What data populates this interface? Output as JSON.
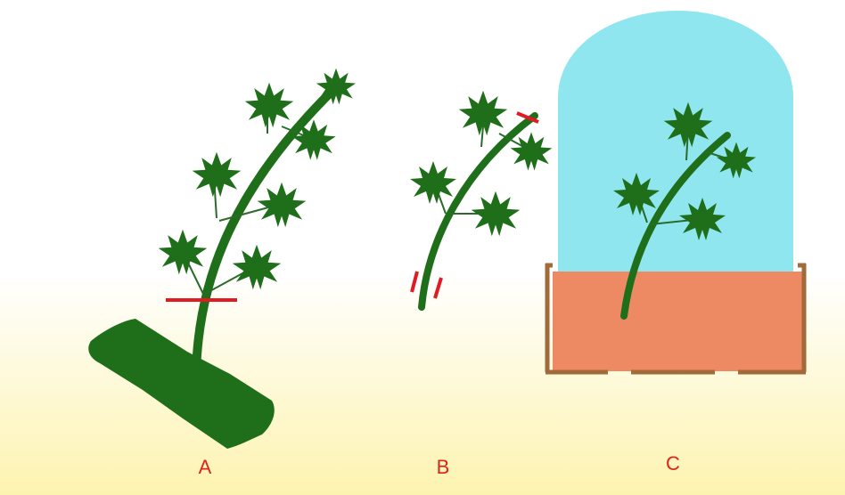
{
  "panels": [
    {
      "id": "A",
      "label": "A"
    },
    {
      "id": "B",
      "label": "B"
    },
    {
      "id": "C",
      "label": "C"
    }
  ],
  "colors": {
    "leaf": "#1f6f1a",
    "stem": "#1f6f1a",
    "branch": "#2a6b2a",
    "cut_mark": "#e01b24",
    "bell_jar": "#8fe6ee",
    "pot_fill": "#ee8a63",
    "pot_rim": "#a06a3a",
    "background_top": "#ffffff",
    "background_bottom": "#fdf3b0",
    "label": "#d9261c"
  },
  "icons": [
    "leaf-icon",
    "cut-mark-icon",
    "bell-jar-icon",
    "pot-icon"
  ]
}
